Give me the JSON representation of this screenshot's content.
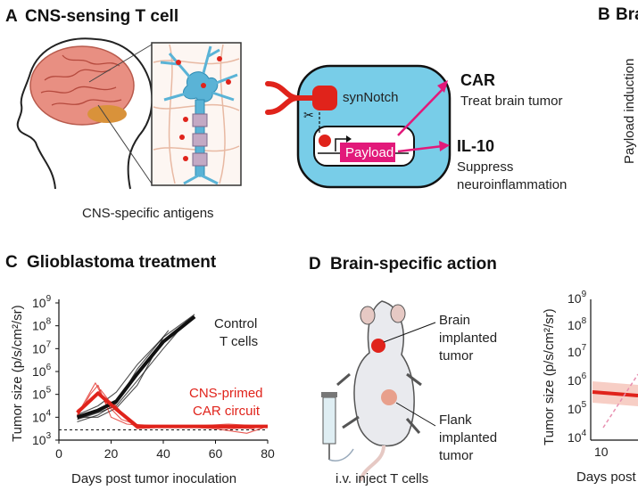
{
  "panelA": {
    "letter": "A",
    "title": "CNS-sensing T cell",
    "antigen_caption": "CNS-specific antigens",
    "synnotch_label": "synNotch",
    "payload_label": "Payload",
    "car_title": "CAR",
    "car_desc": "Treat brain tumor",
    "il10_title": "IL-10",
    "il10_desc1": "Suppress",
    "il10_desc2": "neuroinflammation"
  },
  "panelB": {
    "letter": "B",
    "title_fragment": "Bra",
    "ylabel": "Payload induction"
  },
  "panelC": {
    "letter": "C",
    "title": "Glioblastoma treatment",
    "control_label1": "Control",
    "control_label2": "T cells",
    "cns_label1": "CNS-primed",
    "cns_label2": "CAR circuit"
  },
  "panelD": {
    "letter": "D",
    "title": "Brain-specific action",
    "brain_label": [
      "Brain",
      "implanted",
      "tumor"
    ],
    "flank_label": [
      "Flank",
      "implanted",
      "tumor"
    ],
    "inject_label": "i.v. inject T cells",
    "ylabel": "Tumor size (p/s/cm²/sr)",
    "yticks": [
      "10",
      "10",
      "10",
      "10",
      "10",
      "10"
    ],
    "ytick_exps": [
      "9",
      "8",
      "7",
      "6",
      "5",
      "4"
    ],
    "xtick": "10",
    "xlabel_fragment": "Days post"
  },
  "colors": {
    "red": "#e0231b",
    "magenta": "#e2197a",
    "cyan": "#78cde8",
    "pink_light": "#f5c2b6",
    "black": "#111111"
  },
  "chart_data": {
    "type": "line",
    "title": "Glioblastoma treatment",
    "xlabel": "Days post tumor inoculation",
    "ylabel": "Tumor size (p/s/cm²/sr)",
    "xlim": [
      0,
      80
    ],
    "ylim_log10": [
      3,
      9
    ],
    "yscale": "log",
    "xticks": [
      "0",
      "20",
      "40",
      "60",
      "80"
    ],
    "yticks": [
      "10",
      "10",
      "10",
      "10",
      "10",
      "10",
      "10"
    ],
    "ytick_exps": [
      "3",
      "4",
      "5",
      "6",
      "7",
      "8",
      "9"
    ],
    "threshold_log10": 3.45,
    "series": [
      {
        "name": "Control T cells",
        "role": "mean",
        "color": "#111111",
        "x": [
          7,
          15,
          22,
          30,
          40,
          52
        ],
        "y_log10": [
          4.0,
          4.3,
          4.7,
          5.9,
          7.3,
          8.4
        ]
      },
      {
        "role": "individual",
        "color": "#111111",
        "x": [
          7,
          15,
          22,
          30,
          40,
          52
        ],
        "y_log10": [
          4.1,
          4.5,
          5.1,
          6.3,
          7.5,
          8.5
        ]
      },
      {
        "role": "individual",
        "color": "#111111",
        "x": [
          7,
          15,
          22,
          30,
          40,
          49
        ],
        "y_log10": [
          3.9,
          4.2,
          4.5,
          5.6,
          7.0,
          8.2
        ]
      },
      {
        "role": "individual",
        "color": "#111111",
        "x": [
          7,
          15,
          22,
          30,
          40
        ],
        "y_log10": [
          4.0,
          4.0,
          4.4,
          5.4,
          7.5
        ]
      },
      {
        "role": "individual",
        "color": "#111111",
        "x": [
          7,
          15,
          22,
          30,
          42
        ],
        "y_log10": [
          3.8,
          4.1,
          4.6,
          6.1,
          7.8
        ]
      },
      {
        "name": "CNS-primed CAR circuit",
        "role": "mean",
        "color": "#e0231b",
        "x": [
          7,
          15,
          22,
          30,
          40,
          50,
          60,
          70,
          80
        ],
        "y_log10": [
          4.2,
          5.05,
          4.35,
          3.6,
          3.6,
          3.6,
          3.6,
          3.6,
          3.6
        ]
      },
      {
        "role": "individual",
        "color": "#e0231b",
        "x": [
          7,
          12,
          15,
          20,
          26,
          35,
          50,
          65,
          80
        ],
        "y_log10": [
          4.0,
          5.0,
          5.4,
          4.0,
          3.7,
          3.6,
          3.6,
          3.7,
          3.6
        ]
      },
      {
        "role": "individual",
        "color": "#e0231b",
        "x": [
          7,
          13,
          16,
          22,
          30,
          45,
          60,
          72,
          80
        ],
        "y_log10": [
          4.3,
          4.8,
          5.2,
          4.3,
          3.5,
          3.6,
          3.5,
          3.3,
          3.6
        ]
      },
      {
        "role": "individual",
        "color": "#e0231b",
        "x": [
          7,
          14,
          18,
          24,
          32,
          50,
          66,
          80
        ],
        "y_log10": [
          4.1,
          5.5,
          4.6,
          3.9,
          3.6,
          3.6,
          3.5,
          3.6
        ]
      },
      {
        "role": "individual",
        "color": "#e0231b",
        "x": [
          7,
          11,
          15,
          21,
          28,
          40,
          55,
          75
        ],
        "y_log10": [
          4.2,
          4.6,
          5.0,
          4.6,
          3.7,
          3.6,
          3.6,
          3.5
        ]
      }
    ]
  }
}
